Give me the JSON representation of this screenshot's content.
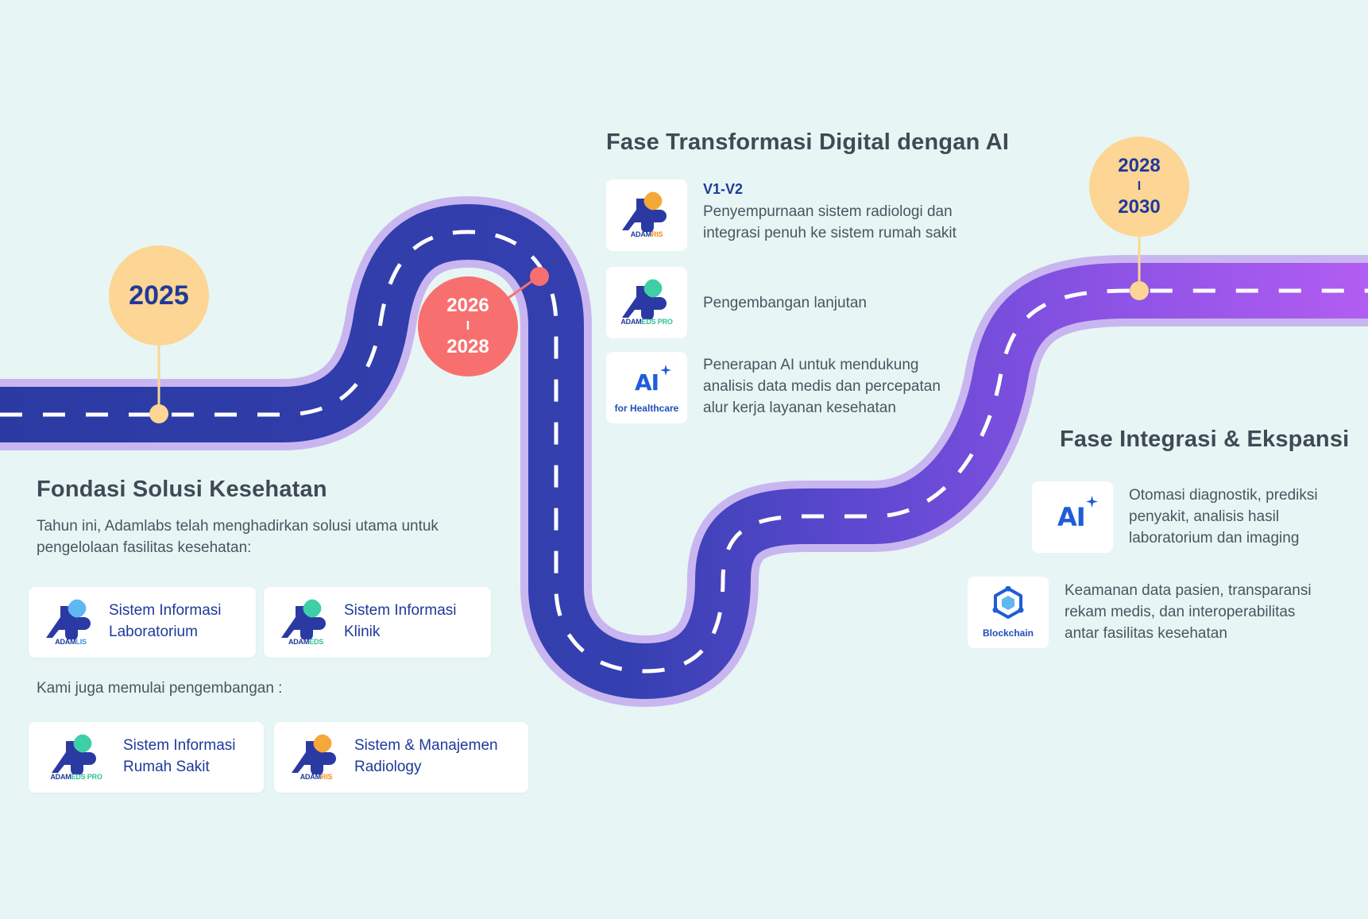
{
  "milestones": {
    "m2025": {
      "label": "2025"
    },
    "m2026": {
      "start": "2026",
      "sep": "I",
      "end": "2028"
    },
    "m2028": {
      "start": "2028",
      "sep": "I",
      "end": "2030"
    }
  },
  "phase1": {
    "title": "Fondasi Solusi Kesehatan",
    "intro_line1": "Tahun ini, Adamlabs telah menghadirkan solusi utama untuk",
    "intro_line2": "pengelolaan fasilitas kesehatan:",
    "cards": [
      {
        "line1": "Sistem Informasi",
        "line2": "Laboratorium",
        "logo_brand": "ADAM",
        "logo_suffix": "LIS"
      },
      {
        "line1": "Sistem Informasi",
        "line2": "Klinik",
        "logo_brand": "ADAM",
        "logo_suffix": "EDS"
      }
    ],
    "also_text": "Kami juga memulai pengembangan :",
    "dev_cards": [
      {
        "line1": "Sistem Informasi",
        "line2": "Rumah Sakit",
        "logo_brand": "ADAM",
        "logo_suffix": "EDS PRO"
      },
      {
        "line1": "Sistem & Manajemen",
        "line2": "Radiology",
        "logo_brand": "ADAM",
        "logo_suffix": "RIS"
      }
    ]
  },
  "phase2": {
    "title": "Fase Transformasi Digital dengan AI",
    "items": [
      {
        "version": "V1-V2",
        "line1": "Penyempurnaan sistem radiologi dan",
        "line2": "integrasi penuh ke sistem rumah sakit",
        "logo_brand": "ADAM",
        "logo_suffix": "RIS"
      },
      {
        "line1": "Pengembangan lanjutan",
        "logo_brand": "ADAM",
        "logo_suffix": "EDS PRO"
      },
      {
        "line1": "Penerapan AI untuk mendukung",
        "line2": "analisis data medis dan percepatan",
        "line3": "alur kerja layanan kesehatan",
        "icon_text": "AI",
        "icon_caption": "for Healthcare"
      }
    ]
  },
  "phase3": {
    "title": "Fase Integrasi & Ekspansi",
    "items": [
      {
        "line1": "Otomasi diagnostik, prediksi",
        "line2": "penyakit, analisis hasil",
        "line3": "laboratorium dan imaging",
        "icon_text": "AI"
      },
      {
        "line1": "Keamanan data pasien, transparansi",
        "line2": "rekam medis, dan interoperabilitas",
        "line3": "antar fasilitas kesehatan",
        "icon_caption": "Blockchain"
      }
    ]
  },
  "colors": {
    "background": "#e7f6f4",
    "road_blue": "#2f3fa8",
    "road_purple": "#9a52e8",
    "road_edge": "#c9b6f0",
    "badge_yellow": "#fdd594",
    "badge_red": "#f7706f",
    "heading": "#3f4a55",
    "accent_blue": "#1e3a9a"
  },
  "icons": {
    "logo": "adam-cross-logo-icon",
    "ai": "ai-sparkle-icon",
    "blockchain": "blockchain-cube-icon"
  }
}
